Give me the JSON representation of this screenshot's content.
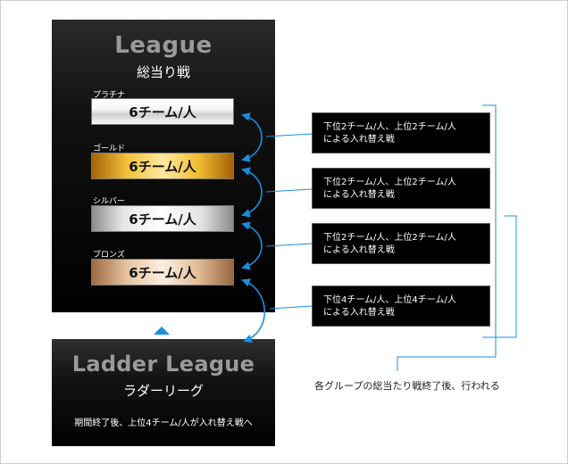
{
  "league": {
    "title": "League",
    "subtitle": "総当り戦",
    "tiers": [
      {
        "label": "プラチナ",
        "bar": "6チーム/人"
      },
      {
        "label": "ゴールド",
        "bar": "6チーム/人"
      },
      {
        "label": "シルバー",
        "bar": "6チーム/人"
      },
      {
        "label": "ブロンズ",
        "bar": "6チーム/人"
      }
    ]
  },
  "ladder": {
    "title": "Ladder League",
    "subtitle": "ラダーリーグ",
    "note": "期間終了後、上位4チーム/人が入れ替え戦へ"
  },
  "notes": [
    {
      "line1": "下位2チーム/人、上位2チーム/人",
      "line2": "による入れ替え戦"
    },
    {
      "line1": "下位2チーム/人、上位2チーム/人",
      "line2": "による入れ替え戦"
    },
    {
      "line1": "下位2チーム/人、上位2チーム/人",
      "line2": "による入れ替え戦"
    },
    {
      "line1": "下位4チーム/人、上位4チーム/人",
      "line2": "による入れ替え戦"
    }
  ],
  "caption": "各グループの総当たり戦終了後、行われる",
  "colors": {
    "arrow": "#1a8fe0",
    "panel": "#000000",
    "title_gray": "#9a9a9a"
  }
}
